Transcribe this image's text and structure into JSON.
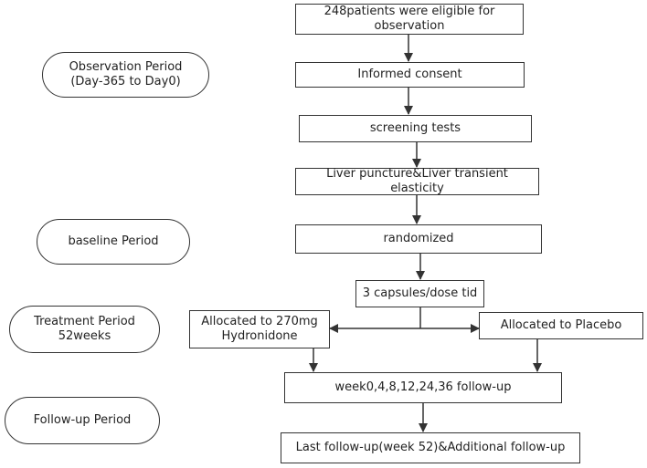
{
  "phases": {
    "observation": "Observation Period\n(Day-365 to Day0)",
    "baseline": "baseline Period",
    "treatment": "Treatment Period\n52weeks",
    "followup": "Follow-up Period"
  },
  "steps": {
    "eligible": "248patients were eligible for observation",
    "consent": "Informed consent",
    "screening": "screening tests",
    "liver": "Liver puncture&Liver transient elasticity",
    "randomized": "randomized",
    "capsules": "3 capsules/dose tid",
    "arm_drug": "Allocated to 270mg Hydronidone",
    "arm_placebo": "Allocated to Placebo",
    "followup_visits": "week0,4,8,12,24,36 follow-up",
    "last_followup": "Last follow-up(week 52)&Additional follow-up"
  }
}
